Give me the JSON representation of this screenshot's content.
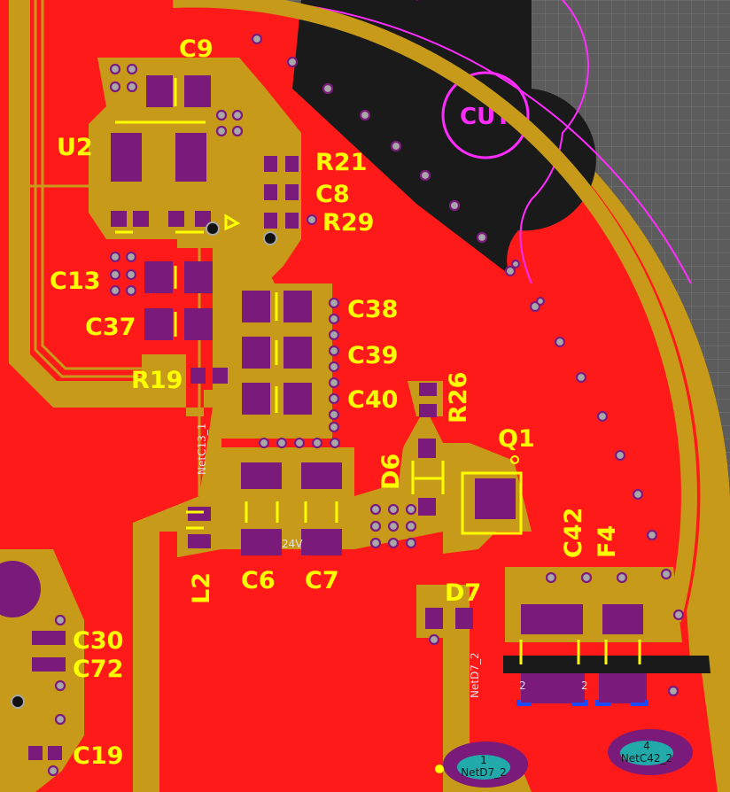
{
  "view": {
    "cutout_label": "CUT",
    "net_24v": "24V"
  },
  "designators": {
    "c9": "C9",
    "u2": "U2",
    "r21": "R21",
    "c8": "C8",
    "r29": "R29",
    "c13": "C13",
    "c37": "C37",
    "c38": "C38",
    "c39": "C39",
    "c40": "C40",
    "r19": "R19",
    "r26": "R26",
    "q1": "Q1",
    "d6": "D6",
    "c42": "C42",
    "f4": "F4",
    "l2": "L2",
    "c6": "C6",
    "c7": "C7",
    "d7": "D7",
    "c30": "C30",
    "c72": "C72",
    "c19": "C19"
  },
  "nets": {
    "netc13_1": "NetC13_1",
    "netd7_2": "NetD7_2",
    "pad1_num": "1",
    "pad1_net": "NetD7_2",
    "pad4_num": "4",
    "pad4_net": "NetC42_2",
    "f4_pad2_left": "2",
    "f4_pad2_right": "2"
  },
  "colors": {
    "top_copper": "#ff1a1a",
    "trace": "#c89a1a",
    "pad": "#7a1a7a",
    "silkscreen": "#ffff00",
    "board_outline": "#ff2cff",
    "grid": "#666666"
  }
}
